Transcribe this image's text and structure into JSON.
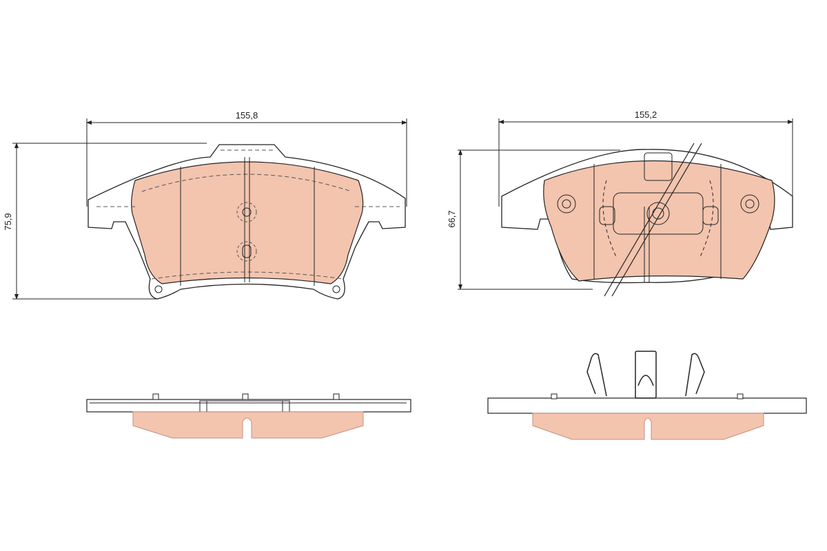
{
  "colors": {
    "friction": "#f3c4ae",
    "outline": "#222222",
    "plate": "#ffffff"
  },
  "pads": [
    {
      "name": "pad-left-front-view",
      "width_label": "155,8",
      "height_label": "75,9"
    },
    {
      "name": "pad-right-front-view",
      "width_label": "155,2",
      "height_label": "66,7"
    }
  ],
  "side_views": [
    {
      "name": "pad-left-side-view"
    },
    {
      "name": "pad-right-side-view-with-clip"
    }
  ]
}
